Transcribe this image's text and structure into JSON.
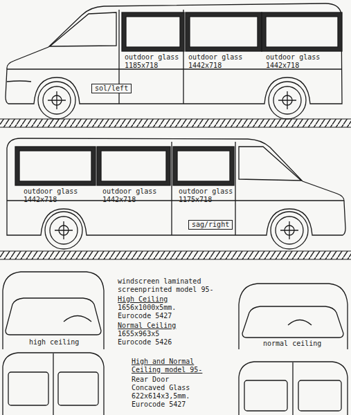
{
  "diagram": {
    "nodes": [
      {
        "text": [
          "sol/left"
        ]
      },
      {
        "text": [
          "sag/right"
        ]
      }
    ],
    "labels": [
      "outdoor glass 1185x718",
      "outdoor glass 1442x718",
      "outdoor glass 1442x718",
      "outdoor glass 1442x718",
      "outdoor glass 1442x718",
      "outdoor glass 1175x718",
      "windscreen laminated screenprinted model 95-",
      "High Ceiling",
      "1656x1000x5mm.",
      "Eurocode 5427",
      "Normal Ceiling",
      "1655x963x5",
      "Eurocode 5426",
      "high ceiling",
      "normal ceiling",
      "High and Normal Ceiling model 95-",
      "Rear Door",
      "Concaved Glass",
      "622x614x3,5mm.",
      "Eurocode 5427"
    ]
  }
}
